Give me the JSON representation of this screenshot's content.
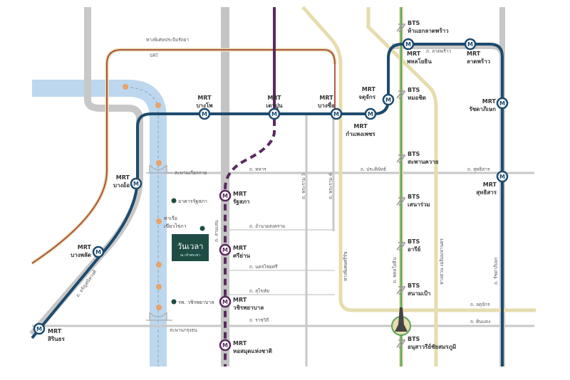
{
  "map": {
    "expressway_top": "ทางพิเศษประจิมรัถยา",
    "srt_label": "SRT",
    "colors": {
      "mrt_blue": "#1d4b6e",
      "mrt_purple": "#5a2a5e",
      "bts_green": "#5aa55a",
      "srt_red": "#a9483a",
      "expressway": "#e6dcae",
      "river": "#bcd7ee",
      "road": "#c4c4c4",
      "project": "#1f4b45"
    },
    "mrt_blue_stations": [
      {
        "line1": "MRT",
        "line2": "บางโพ"
      },
      {
        "line1": "MRT",
        "line2": "เตาปูน"
      },
      {
        "line1": "MRT",
        "line2": "บางซื่อ"
      },
      {
        "line1": "MRT",
        "line2": "กำแพงเพชร"
      },
      {
        "line1": "MRT",
        "line2": "จตุจักร"
      },
      {
        "line1": "MRT",
        "line2": "พหลโยธิน"
      },
      {
        "line1": "MRT",
        "line2": "ลาดพร้าว"
      },
      {
        "line1": "MRT",
        "line2": "รัชดาภิเษก"
      },
      {
        "line1": "MRT",
        "line2": "สุทธิสาร"
      },
      {
        "line1": "MRT",
        "line2": "บางอ้อ"
      },
      {
        "line1": "MRT",
        "line2": "บางพลัด"
      },
      {
        "line1": "MRT",
        "line2": "สิรินธร"
      }
    ],
    "mrt_purple_stations": [
      {
        "line1": "MRT",
        "line2": "รัฐสภา"
      },
      {
        "line1": "MRT",
        "line2": "ศรีย่าน"
      },
      {
        "line1": "MRT",
        "line2": "วชิรพยาบาล"
      },
      {
        "line1": "MRT",
        "line2": "หอสมุดแห่งชาติ"
      }
    ],
    "bts_stations": [
      {
        "line1": "BTS",
        "line2": "ห้าแยกลาดพร้าว"
      },
      {
        "line1": "BTS",
        "line2": "หมอชิต"
      },
      {
        "line1": "BTS",
        "line2": "สะพานควาย"
      },
      {
        "line1": "BTS",
        "line2": "เสนาร่วม"
      },
      {
        "line1": "BTS",
        "line2": "อารีย์"
      },
      {
        "line1": "BTS",
        "line2": "สนามเป้า"
      },
      {
        "line1": "BTS",
        "line2": "อนุสาวรีย์ชัยสมรภูมิ"
      }
    ],
    "roads": {
      "ladprao": "ถ. ลาดพร้าว",
      "pradipat": "ถ. ประดิพัทธ์",
      "sutthisan": "ถ. สุทธิสาร",
      "thahan": "ถ. ทหาร",
      "amnuay": "ถ. อำนวยสงคราม",
      "nakhonchaisri": "ถ. นครไชยศรี",
      "sukhothai": "ถ. สุโขทัย",
      "ratchawithi": "ถ. ราชวิถี",
      "samsen": "ถ. สามเสน",
      "rama5": "ถ. พระราม 5",
      "rama6": "ถ. พระราม 6",
      "sirat": "ทางพิเศษศรีรัช",
      "phahon": "ถ. พหลโยธิน",
      "chaloem": "ทางด่วน เฉลิมมหานคร",
      "ratchada": "ถ. รัชดาภิเษก",
      "charan": "ถ. จรัญสนิทวงศ์",
      "right_upper": "ถ. จตุจักร",
      "dindaeng": "ถ. ดินแดง"
    },
    "bridges": {
      "top": "สะพานเกียกกาย",
      "bottom": "สะพานกรุงธน"
    },
    "landmarks": {
      "parliament": "อาคารรัฐสภา",
      "pier_1": "ท่าเรือ",
      "pier_2": "เขียวไข่กา",
      "hospital": "รพ. วชิรพยาบาล"
    },
    "project": {
      "name": "วันเวลา",
      "subtitle": "ณ เจ้าพระยา"
    },
    "mrt_icon": "M",
    "bts_icon": "bts-train-icon"
  }
}
